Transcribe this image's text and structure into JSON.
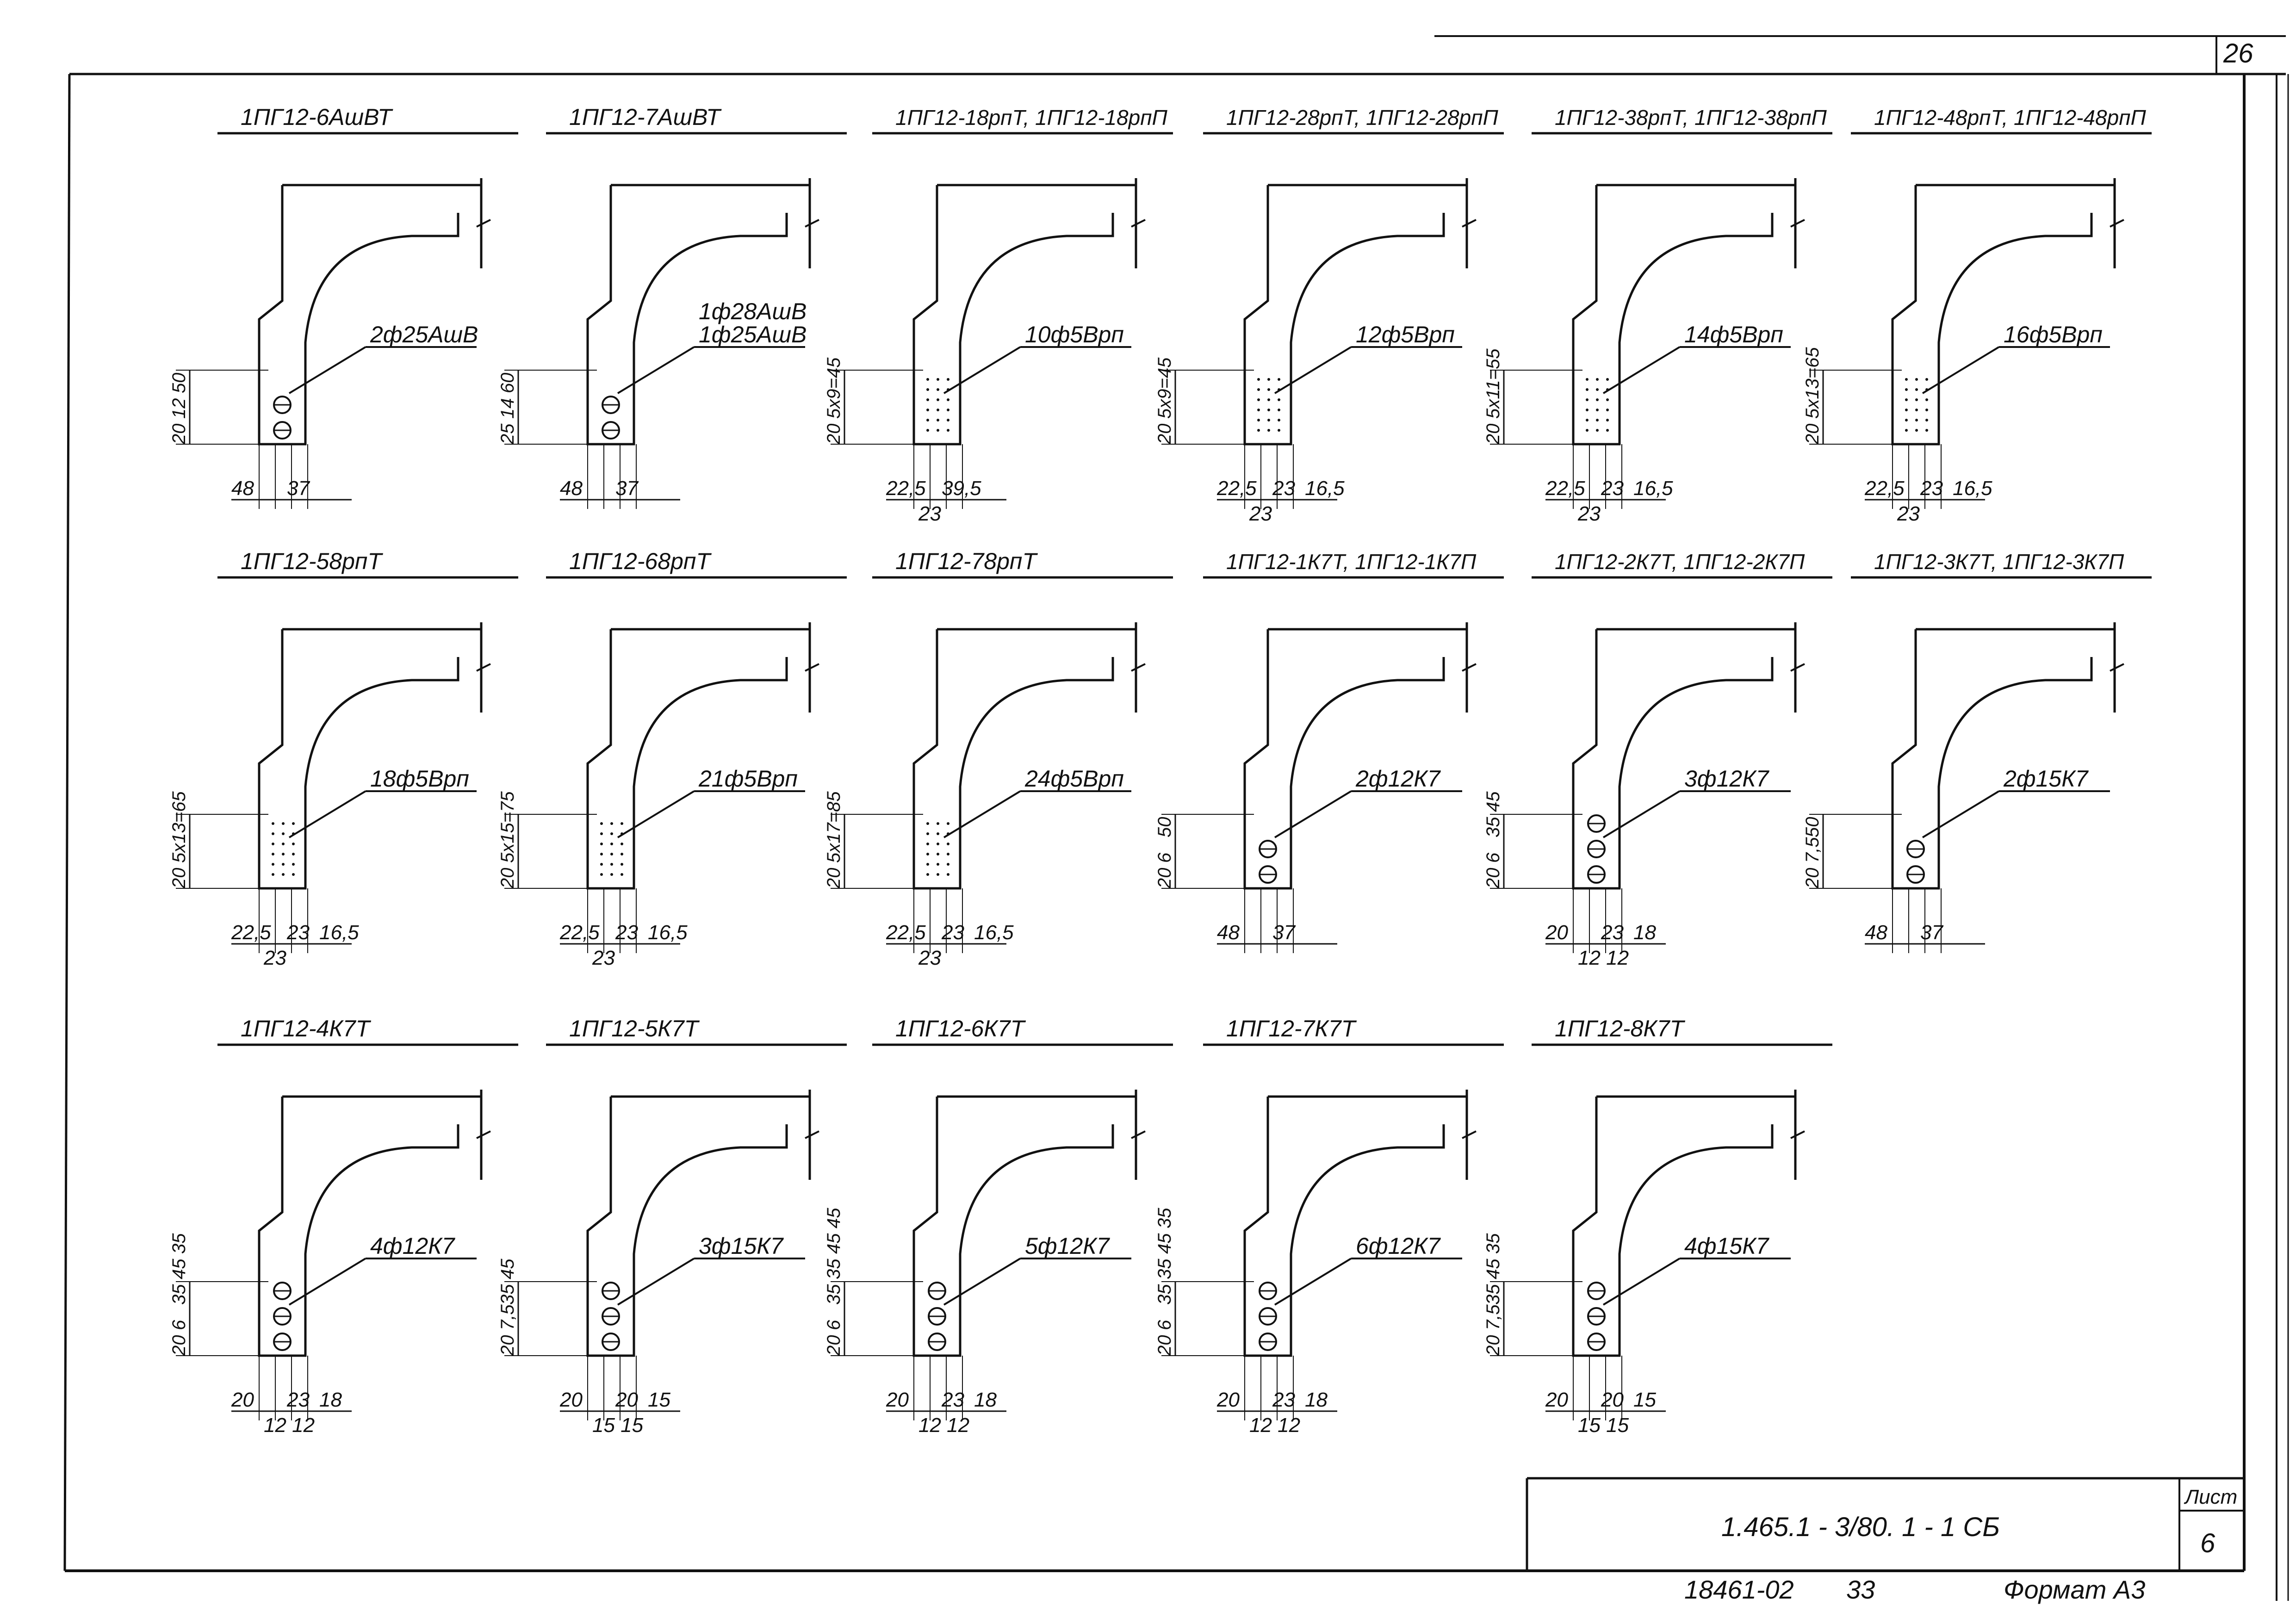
{
  "sheet": {
    "corner_number": "26",
    "doc_code": "1.465.1 - 3/80. 1 - 1 СБ",
    "sheet_label": "Лист",
    "sheet_number": "6",
    "footer_left": "18461-02",
    "footer_mid": "33",
    "footer_format": "Формат А3"
  },
  "details": [
    {
      "title": "1ПГ12-6АшВТ",
      "rebar": "2ф25АшВ",
      "vdims": [
        "20",
        "12",
        "50"
      ],
      "hdims": [
        "48",
        "37"
      ]
    },
    {
      "title": "1ПГ12-7АшВТ",
      "rebar": "1ф25АшВ",
      "rebar2": "1ф28АшВ",
      "vdims": [
        "25",
        "14",
        "60"
      ],
      "hdims": [
        "48",
        "37"
      ]
    },
    {
      "title": "1ПГ12-18рпТ, 1ПГ12-18рпП",
      "rebar": "10ф5Врп",
      "vdims": [
        "20",
        "5х9=45"
      ],
      "hdims": [
        "22,5",
        "39,5"
      ],
      "hdim_extra": "23"
    },
    {
      "title": "1ПГ12-28рпТ, 1ПГ12-28рпП",
      "rebar": "12ф5Врп",
      "vdims": [
        "20",
        "5х9=45"
      ],
      "hdims": [
        "22,5",
        "23",
        "16,5"
      ],
      "hdim_extra": "23"
    },
    {
      "title": "1ПГ12-38рпТ, 1ПГ12-38рпП",
      "rebar": "14ф5Врп",
      "vdims": [
        "20",
        "5х11=55"
      ],
      "hdims": [
        "22,5",
        "23",
        "16,5"
      ],
      "hdim_extra": "23"
    },
    {
      "title": "1ПГ12-48рпТ, 1ПГ12-48рпП",
      "rebar": "16ф5Врп",
      "vdims": [
        "20",
        "5х13=65"
      ],
      "hdims": [
        "22,5",
        "23",
        "16,5"
      ],
      "hdim_extra": "23"
    },
    {
      "title": "1ПГ12-58рпТ",
      "rebar": "18ф5Врп",
      "vdims": [
        "20",
        "5х13=65"
      ],
      "hdims": [
        "22,5",
        "23",
        "16,5"
      ],
      "hdim_extra": "23"
    },
    {
      "title": "1ПГ12-68рпТ",
      "rebar": "21ф5Врп",
      "vdims": [
        "20",
        "5х15=75"
      ],
      "hdims": [
        "22,5",
        "23",
        "16,5"
      ],
      "hdim_extra": "23"
    },
    {
      "title": "1ПГ12-78рпТ",
      "rebar": "24ф5Врп",
      "vdims": [
        "20",
        "5х17=85"
      ],
      "hdims": [
        "22,5",
        "23",
        "16,5"
      ],
      "hdim_extra": "23"
    },
    {
      "title": "1ПГ12-1К7Т, 1ПГ12-1К7П",
      "rebar": "2ф12К7",
      "vdims": [
        "20",
        "6",
        "50"
      ],
      "hdims": [
        "48",
        "37"
      ]
    },
    {
      "title": "1ПГ12-2К7Т, 1ПГ12-2К7П",
      "rebar": "3ф12К7",
      "vdims": [
        "20",
        "6",
        "35",
        "45"
      ],
      "hdims": [
        "20",
        "23",
        "18"
      ],
      "hdim_extra": "12 12"
    },
    {
      "title": "1ПГ12-3К7Т, 1ПГ12-3К7П",
      "rebar": "2ф15К7",
      "vdims": [
        "20",
        "7,5",
        "50"
      ],
      "hdims": [
        "48",
        "37"
      ]
    },
    {
      "title": "1ПГ12-4К7Т",
      "rebar": "4ф12К7",
      "vdims": [
        "20",
        "6",
        "35",
        "45",
        "35"
      ],
      "hdims": [
        "20",
        "23",
        "18"
      ],
      "hdim_extra": "12 12"
    },
    {
      "title": "1ПГ12-5К7Т",
      "rebar": "3ф15К7",
      "vdims": [
        "20",
        "7,5",
        "35",
        "45"
      ],
      "hdims": [
        "20",
        "20",
        "15"
      ],
      "hdim_extra": "15 15"
    },
    {
      "title": "1ПГ12-6К7Т",
      "rebar": "5ф12К7",
      "vdims": [
        "20",
        "6",
        "35",
        "35",
        "45",
        "45"
      ],
      "hdims": [
        "20",
        "23",
        "18"
      ],
      "hdim_extra": "12 12"
    },
    {
      "title": "1ПГ12-7К7Т",
      "rebar": "6ф12К7",
      "vdims": [
        "20",
        "6",
        "35",
        "35",
        "45",
        "35"
      ],
      "hdims": [
        "20",
        "23",
        "18"
      ],
      "hdim_extra": "12 12"
    },
    {
      "title": "1ПГ12-8К7Т",
      "rebar": "4ф15К7",
      "vdims": [
        "20",
        "7,5",
        "35",
        "45",
        "35"
      ],
      "hdims": [
        "20",
        "20",
        "15"
      ],
      "hdim_extra": "15 15"
    }
  ]
}
